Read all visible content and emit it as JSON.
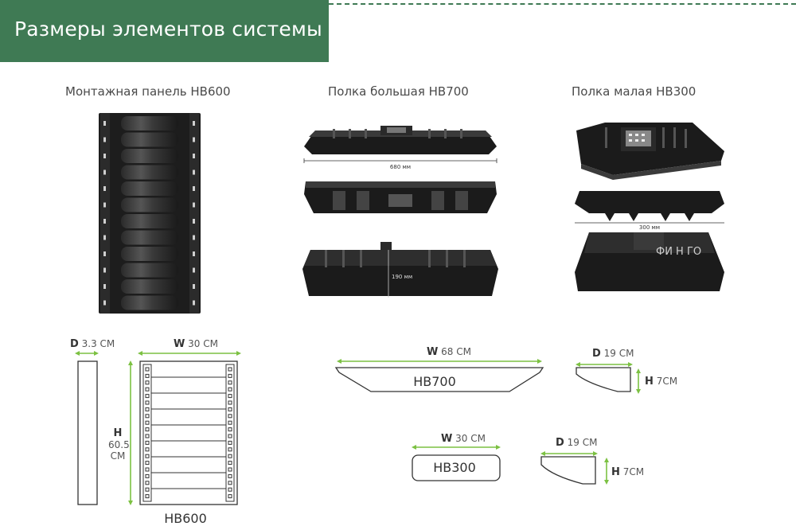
{
  "header": {
    "title": "Размеры элементов системы"
  },
  "products": {
    "panel": {
      "caption": "Монтажная панель HB600"
    },
    "big_shelf": {
      "caption": "Полка большая HB700",
      "dim_width": "680 мм",
      "dim_depth": "190 мм"
    },
    "small_shelf": {
      "caption": "Полка малая HB300",
      "dim_width": "300 мм",
      "watermark": "ФИ Н ГО"
    }
  },
  "diagrams": {
    "hb600": {
      "d_letter": "D",
      "d_value": "3.3 CM",
      "w_letter": "W",
      "w_value": "30 CM",
      "h_letter": "H",
      "h_value_1": "60.5",
      "h_value_2": "CM",
      "label": "HB600"
    },
    "hb700": {
      "w_letter": "W",
      "w_value": "68 CM",
      "label": "HB700",
      "d_letter": "D",
      "d_value": "19 CM",
      "h_letter": "H",
      "h_value": "7CM"
    },
    "hb300": {
      "w_letter": "W",
      "w_value": "30 CM",
      "label": "HB300",
      "d_letter": "D",
      "d_value": "19 CM",
      "h_letter": "H",
      "h_value": "7CM"
    }
  },
  "colors": {
    "brand_green": "#3f7a54",
    "arrow_green": "#7cc142",
    "product_black": "#1b1b1b"
  }
}
